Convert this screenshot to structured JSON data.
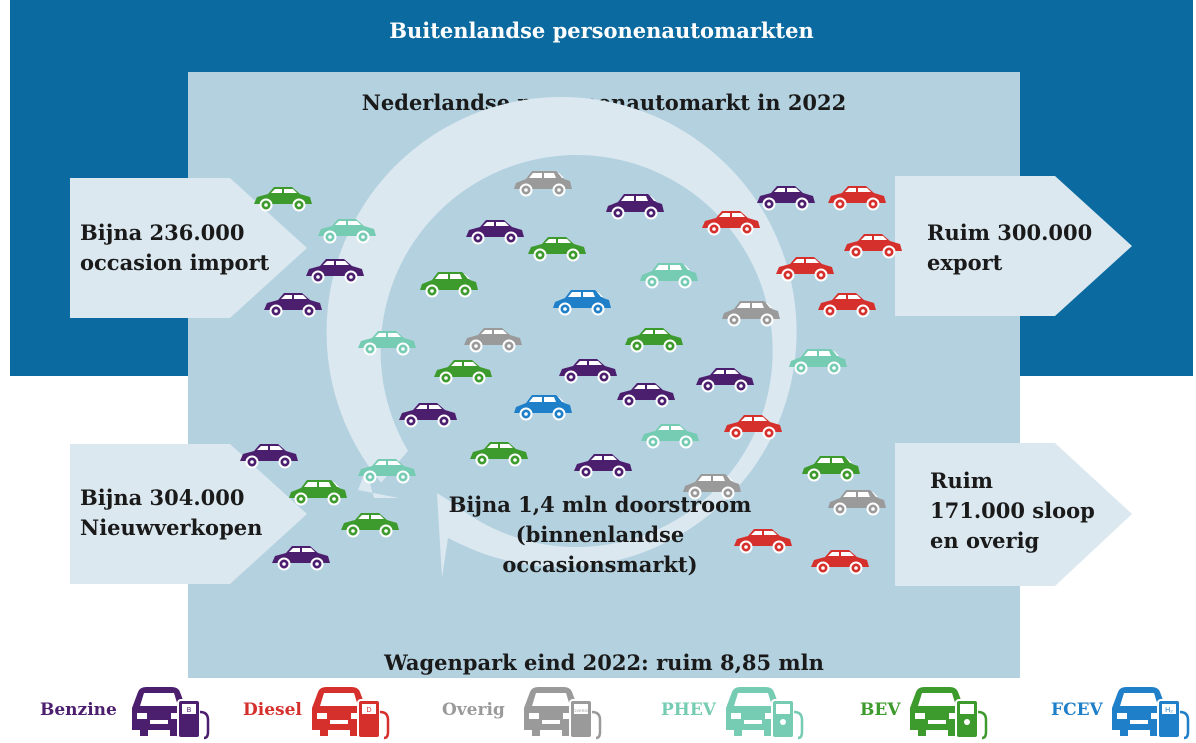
{
  "outer_title": "Buitenlandse personenautomarkten",
  "inner_title": "Nederlandse personenautomarkt in 2022",
  "inner_bottom": "Wagenpark eind 2022: ruim 8,85 mln",
  "flows": {
    "import": [
      "Bijna 236.000",
      "occasion import"
    ],
    "export": [
      "Ruim 300.000",
      "export"
    ],
    "new_sales": [
      "Bijna 304.000",
      "Nieuwverkopen"
    ],
    "scrap": [
      "Ruim",
      "171.000 sloop",
      "en overig"
    ],
    "circulation": [
      "Bijna 1,4 mln doorstroom",
      "(binnenlandse",
      "occasionsmarkt)"
    ]
  },
  "colors": {
    "outer_background": "#0b6aa0",
    "inner_background": "#b4d1e0",
    "arrow_fill": "#dbe8f0",
    "Benzine": "#4b1e6e",
    "Diesel": "#d6302c",
    "Overig": "#9a9a9a",
    "PHEV": "#76cbb3",
    "BEV": "#3d9a2c",
    "FCEV": "#1f7fc8"
  },
  "legend": [
    {
      "label": "Benzine",
      "icon": "petrol-pump-car-icon",
      "badge": "B",
      "color": "#4b1e6e"
    },
    {
      "label": "Diesel",
      "icon": "diesel-pump-car-icon",
      "badge": "D",
      "color": "#d6302c"
    },
    {
      "label": "Overig",
      "icon": "other-fuel-car-icon",
      "badge": "OVERIG",
      "color": "#9a9a9a"
    },
    {
      "label": "PHEV",
      "icon": "plug-in-hybrid-car-icon",
      "badge": "",
      "color": "#76cbb3"
    },
    {
      "label": "BEV",
      "icon": "electric-car-icon",
      "badge": "",
      "color": "#3d9a2c"
    },
    {
      "label": "FCEV",
      "icon": "hydrogen-car-icon",
      "badge": "H₂",
      "color": "#1f7fc8"
    }
  ],
  "cars": [
    {
      "fuel": "BEV",
      "style": "coupe"
    },
    {
      "fuel": "PHEV",
      "style": "coupe"
    },
    {
      "fuel": "Benzine",
      "style": "coupe"
    },
    {
      "fuel": "Benzine",
      "style": "coupe"
    },
    {
      "fuel": "PHEV",
      "style": "coupe"
    },
    {
      "fuel": "Benzine",
      "style": "coupe"
    },
    {
      "fuel": "BEV",
      "style": "wagon"
    },
    {
      "fuel": "BEV",
      "style": "coupe"
    },
    {
      "fuel": "Benzine",
      "style": "coupe"
    },
    {
      "fuel": "PHEV",
      "style": "coupe"
    },
    {
      "fuel": "Overig",
      "style": "wagon"
    },
    {
      "fuel": "Benzine",
      "style": "coupe"
    },
    {
      "fuel": "BEV",
      "style": "coupe"
    },
    {
      "fuel": "BEV",
      "style": "wagon"
    },
    {
      "fuel": "Overig",
      "style": "coupe"
    },
    {
      "fuel": "FCEV",
      "style": "wagon"
    },
    {
      "fuel": "BEV",
      "style": "coupe"
    },
    {
      "fuel": "Benzine",
      "style": "wagon"
    },
    {
      "fuel": "Diesel",
      "style": "coupe"
    },
    {
      "fuel": "PHEV",
      "style": "wagon"
    },
    {
      "fuel": "Overig",
      "style": "wagon"
    },
    {
      "fuel": "BEV",
      "style": "coupe"
    },
    {
      "fuel": "Benzine",
      "style": "coupe"
    },
    {
      "fuel": "Benzine",
      "style": "coupe"
    },
    {
      "fuel": "Benzine",
      "style": "coupe"
    },
    {
      "fuel": "Benzine",
      "style": "coupe"
    },
    {
      "fuel": "FCEV",
      "style": "wagon"
    },
    {
      "fuel": "PHEV",
      "style": "coupe"
    },
    {
      "fuel": "Diesel",
      "style": "coupe"
    },
    {
      "fuel": "BEV",
      "style": "coupe"
    },
    {
      "fuel": "Benzine",
      "style": "coupe"
    },
    {
      "fuel": "Overig",
      "style": "wagon"
    },
    {
      "fuel": "Benzine",
      "style": "coupe"
    },
    {
      "fuel": "Diesel",
      "style": "coupe"
    },
    {
      "fuel": "Diesel",
      "style": "coupe"
    },
    {
      "fuel": "Diesel",
      "style": "coupe"
    },
    {
      "fuel": "Diesel",
      "style": "coupe"
    },
    {
      "fuel": "PHEV",
      "style": "wagon"
    },
    {
      "fuel": "BEV",
      "style": "wagon"
    },
    {
      "fuel": "Diesel",
      "style": "coupe"
    },
    {
      "fuel": "Overig",
      "style": "wagon"
    },
    {
      "fuel": "Diesel",
      "style": "coupe"
    },
    {
      "fuel": "Benzine",
      "style": "coupe"
    }
  ]
}
